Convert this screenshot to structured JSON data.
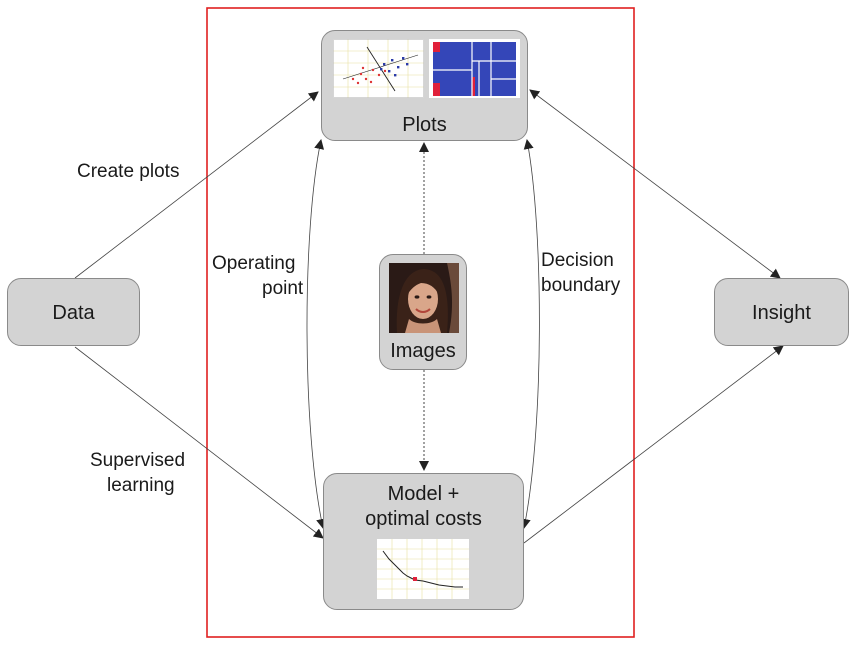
{
  "nodes": {
    "data": "Data",
    "insight": "Insight",
    "plots": "Plots",
    "images": "Images",
    "model_line1": "Model +",
    "model_line2": "optimal costs"
  },
  "edges": {
    "create_plots": "Create plots",
    "supervised_line1": "Supervised",
    "supervised_line2": "learning",
    "operating_line1": "Operating",
    "operating_line2": "point",
    "decision_line1": "Decision",
    "decision_line2": "boundary"
  },
  "colors": {
    "frame": "#e02020",
    "node_fill": "#d3d3d3",
    "node_border": "#8a8a8a",
    "arrow": "#222222",
    "heatmap_blue": "#3446b8",
    "heatmap_red": "#e0203a"
  },
  "icons": {
    "face_photo": "portrait-photo-icon",
    "scatter_plot": "scatter-plot-thumbnail",
    "heatmap": "tree-heatmap-thumbnail",
    "cost_curve": "cost-curve-thumbnail"
  }
}
